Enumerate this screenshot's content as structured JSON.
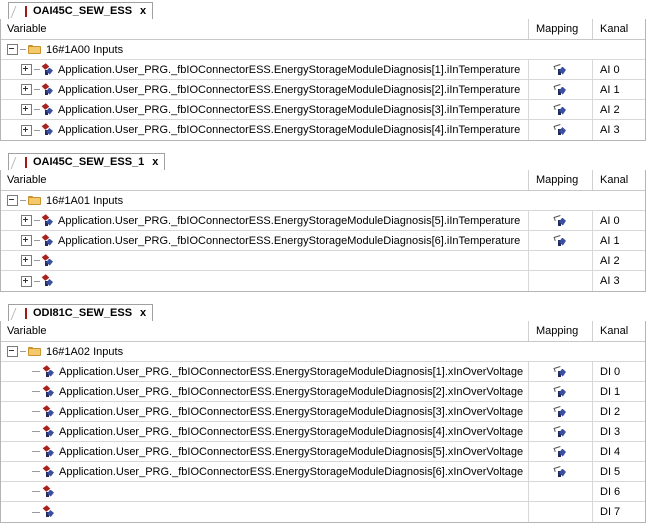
{
  "columns": {
    "variable": "Variable",
    "mapping": "Mapping",
    "kanal": "Kanal"
  },
  "icons": {
    "tab_close": "x",
    "folder": "folder-icon",
    "variable": "variable-icon",
    "mapping": "mapping-arrow-icon",
    "expander_collapse": "minus-box-icon",
    "expander_expand": "plus-box-icon"
  },
  "panels": [
    {
      "tab_label": "OAI45C_SEW_ESS",
      "group": {
        "label": "16#1A00 Inputs",
        "expanded": true
      },
      "rows": [
        {
          "variable": "Application.User_PRG._fbIOConnectorESS.EnergyStorageModuleDiagnosis[1].iInTemperature",
          "mapping": true,
          "kanal": "AI 0",
          "expandable": true
        },
        {
          "variable": "Application.User_PRG._fbIOConnectorESS.EnergyStorageModuleDiagnosis[2].iInTemperature",
          "mapping": true,
          "kanal": "AI 1",
          "expandable": true
        },
        {
          "variable": "Application.User_PRG._fbIOConnectorESS.EnergyStorageModuleDiagnosis[3].iInTemperature",
          "mapping": true,
          "kanal": "AI 2",
          "expandable": true
        },
        {
          "variable": "Application.User_PRG._fbIOConnectorESS.EnergyStorageModuleDiagnosis[4].iInTemperature",
          "mapping": true,
          "kanal": "AI 3",
          "expandable": true
        }
      ]
    },
    {
      "tab_label": "OAI45C_SEW_ESS_1",
      "group": {
        "label": "16#1A01 Inputs",
        "expanded": true
      },
      "rows": [
        {
          "variable": "Application.User_PRG._fbIOConnectorESS.EnergyStorageModuleDiagnosis[5].iInTemperature",
          "mapping": true,
          "kanal": "AI 0",
          "expandable": true
        },
        {
          "variable": "Application.User_PRG._fbIOConnectorESS.EnergyStorageModuleDiagnosis[6].iInTemperature",
          "mapping": true,
          "kanal": "AI 1",
          "expandable": true
        },
        {
          "variable": "",
          "mapping": false,
          "kanal": "AI 2",
          "expandable": true
        },
        {
          "variable": "",
          "mapping": false,
          "kanal": "AI 3",
          "expandable": true
        }
      ]
    },
    {
      "tab_label": "ODI81C_SEW_ESS",
      "group": {
        "label": "16#1A02 Inputs",
        "expanded": true
      },
      "rows": [
        {
          "variable": "Application.User_PRG._fbIOConnectorESS.EnergyStorageModuleDiagnosis[1].xInOverVoltage",
          "mapping": true,
          "kanal": "DI 0",
          "expandable": false
        },
        {
          "variable": "Application.User_PRG._fbIOConnectorESS.EnergyStorageModuleDiagnosis[2].xInOverVoltage",
          "mapping": true,
          "kanal": "DI 1",
          "expandable": false
        },
        {
          "variable": "Application.User_PRG._fbIOConnectorESS.EnergyStorageModuleDiagnosis[3].xInOverVoltage",
          "mapping": true,
          "kanal": "DI 2",
          "expandable": false
        },
        {
          "variable": "Application.User_PRG._fbIOConnectorESS.EnergyStorageModuleDiagnosis[4].xInOverVoltage",
          "mapping": true,
          "kanal": "DI 3",
          "expandable": false
        },
        {
          "variable": "Application.User_PRG._fbIOConnectorESS.EnergyStorageModuleDiagnosis[5].xInOverVoltage",
          "mapping": true,
          "kanal": "DI 4",
          "expandable": false
        },
        {
          "variable": "Application.User_PRG._fbIOConnectorESS.EnergyStorageModuleDiagnosis[6].xInOverVoltage",
          "mapping": true,
          "kanal": "DI 5",
          "expandable": false
        },
        {
          "variable": "",
          "mapping": false,
          "kanal": "DI 6",
          "expandable": false
        },
        {
          "variable": "",
          "mapping": false,
          "kanal": "DI 7",
          "expandable": false
        }
      ]
    }
  ]
}
